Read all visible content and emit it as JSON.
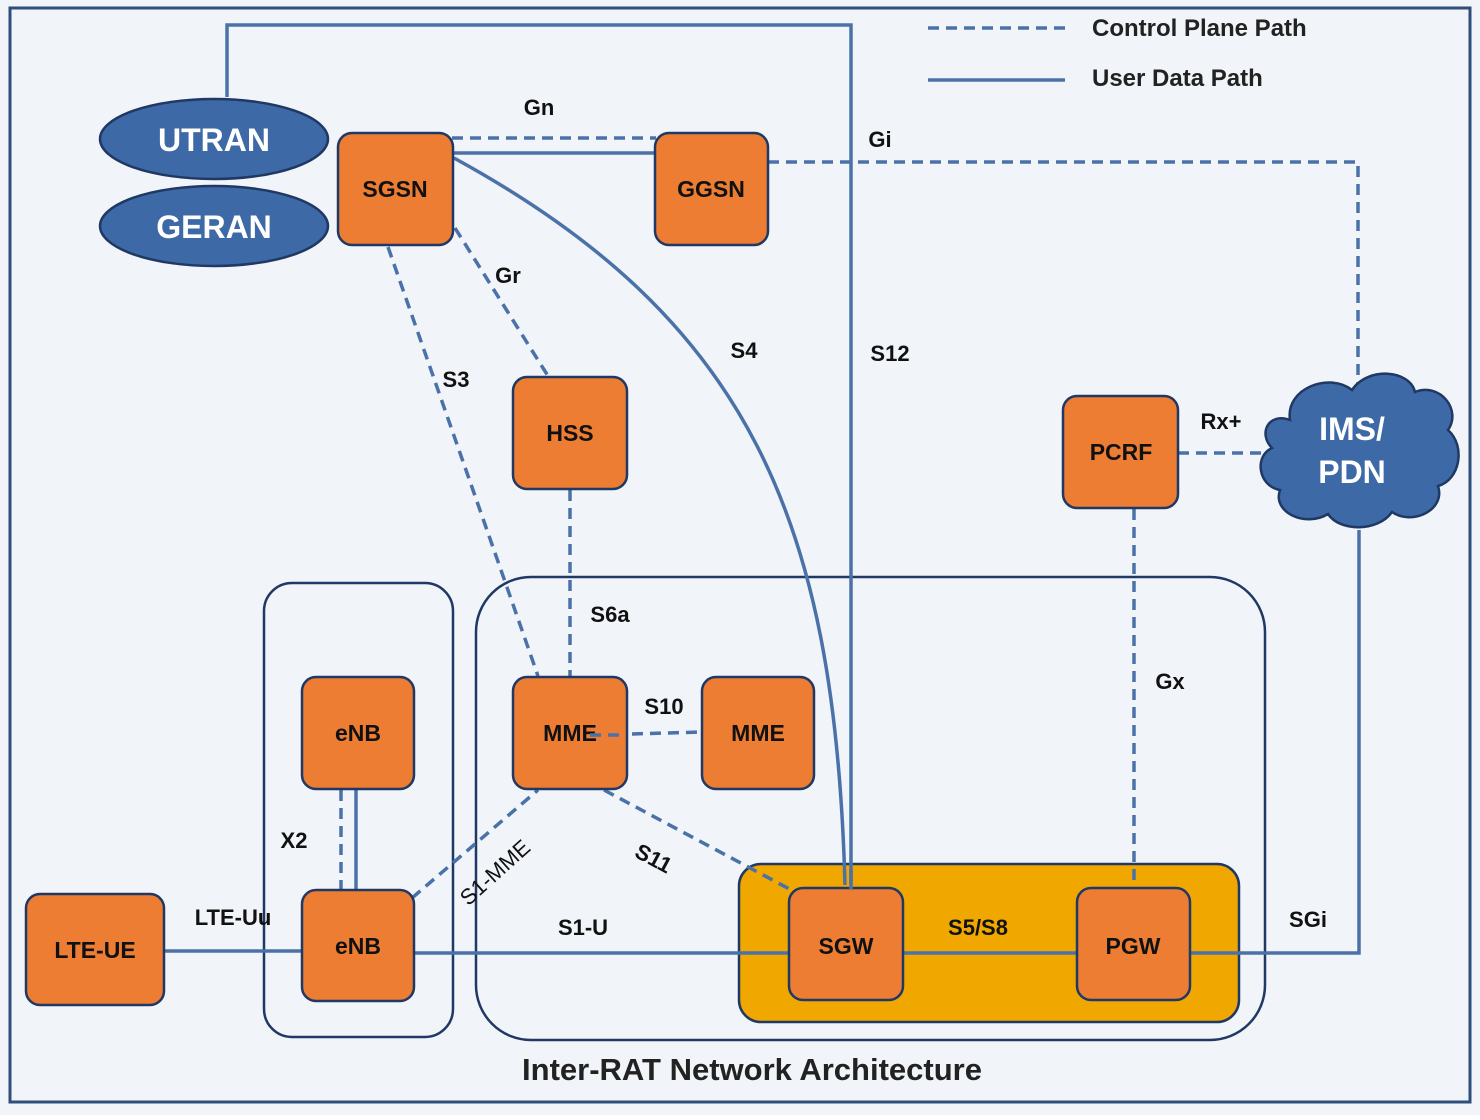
{
  "legend": {
    "control_plane": "Control Plane Path",
    "user_data": "User Data Path"
  },
  "nodes": {
    "sgsn": "SGSN",
    "ggsn": "GGSN",
    "hss": "HSS",
    "pcrf": "PCRF",
    "enb_top": "eNB",
    "enb_bottom": "eNB",
    "mme_1": "MME",
    "mme_2": "MME",
    "lte_ue": "LTE-UE",
    "sgw": "SGW",
    "pgw": "PGW"
  },
  "access_networks": {
    "utran": "UTRAN",
    "geran": "GERAN"
  },
  "cloud": {
    "line1": "IMS/",
    "line2": "PDN"
  },
  "interfaces": {
    "gn": "Gn",
    "gi": "Gi",
    "gr": "Gr",
    "s3": "S3",
    "s4": "S4",
    "s12": "S12",
    "rx_plus": "Rx+",
    "s6a": "S6a",
    "s10": "S10",
    "gx": "Gx",
    "x2": "X2",
    "s1_mme": "S1-MME",
    "s11": "S11",
    "lte_uu": "LTE-Uu",
    "s1_u": "S1-U",
    "s5_s8": "S5/S8",
    "sgi": "SGi"
  },
  "caption": "Inter-RAT Network Architecture",
  "colors": {
    "node_fill": "#ec7d32",
    "line": "#4a72a8",
    "oval_fill": "#3d6aa6",
    "gateway_group": "#f0a800"
  }
}
